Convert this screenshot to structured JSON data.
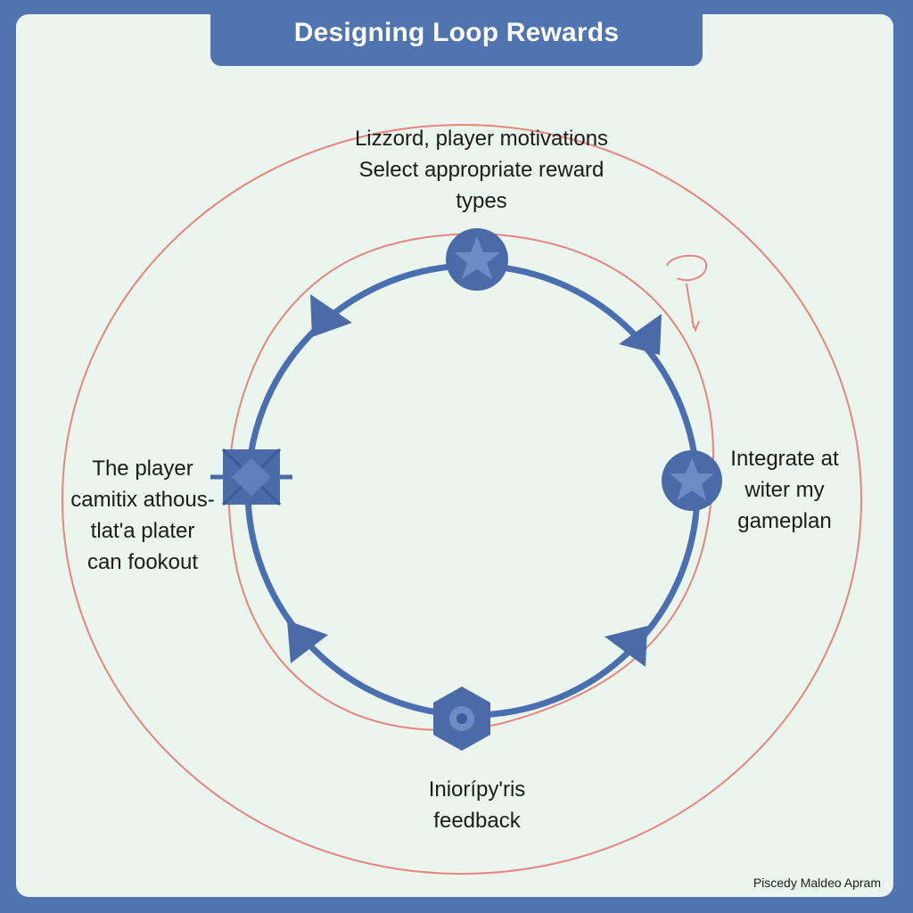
{
  "title": "Designing Loop Rewards",
  "nodes": {
    "top": {
      "lines": [
        "Lizzord, player motivations",
        "Select appropriate reward",
        "types"
      ]
    },
    "left": {
      "lines": [
        "The player",
        "camitix athous-",
        "tlat'a plater",
        "can fookout"
      ]
    },
    "right": {
      "lines": [
        "Integrate at",
        "witer my",
        "gameplan"
      ]
    },
    "bottom": {
      "lines": [
        "Iniorípy'ris",
        "feedback"
      ]
    }
  },
  "footer": "Piscedy Maldeo Apram",
  "colors": {
    "frame": "#4f74b0",
    "panel": "#eaf5ee",
    "loop_stroke": "#4a6fb0",
    "node_fill": "#4a6aa8",
    "accent_outline": "#e6857d"
  },
  "icons": [
    "star-node-icon",
    "diamond-node-icon",
    "cog-node-icon",
    "arrowhead-icon"
  ]
}
